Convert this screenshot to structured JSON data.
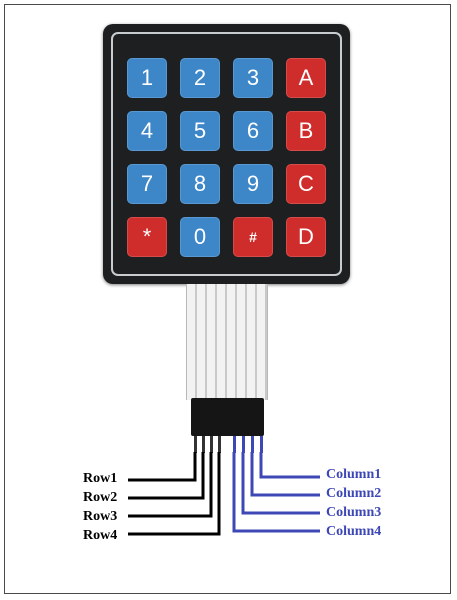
{
  "keypad": {
    "keys": [
      {
        "label": "1",
        "color": "blue"
      },
      {
        "label": "2",
        "color": "blue"
      },
      {
        "label": "3",
        "color": "blue"
      },
      {
        "label": "A",
        "color": "red"
      },
      {
        "label": "4",
        "color": "blue"
      },
      {
        "label": "5",
        "color": "blue"
      },
      {
        "label": "6",
        "color": "blue"
      },
      {
        "label": "B",
        "color": "red"
      },
      {
        "label": "7",
        "color": "blue"
      },
      {
        "label": "8",
        "color": "blue"
      },
      {
        "label": "9",
        "color": "blue"
      },
      {
        "label": "C",
        "color": "red"
      },
      {
        "label": "*",
        "color": "red"
      },
      {
        "label": "0",
        "color": "blue"
      },
      {
        "label": "#",
        "color": "red"
      },
      {
        "label": "D",
        "color": "red"
      }
    ]
  },
  "rows": [
    "Row1",
    "Row2",
    "Row3",
    "Row4"
  ],
  "columns": [
    "Column1",
    "Column2",
    "Column3",
    "Column4"
  ],
  "colors": {
    "key_blue": "#3d87c9",
    "key_red": "#cf2d2c",
    "row_wire": "#000000",
    "column_wire": "#3d47b5"
  }
}
